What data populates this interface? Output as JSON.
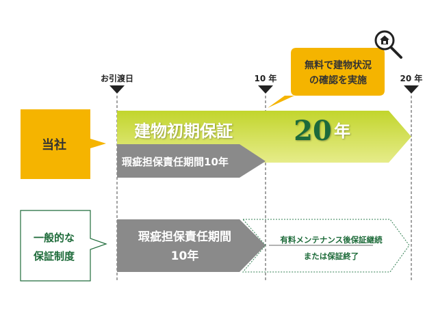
{
  "timeline": {
    "start_label": "お引渡日",
    "mid_label": "10 年",
    "end_label": "20 年"
  },
  "company": {
    "label": "当社",
    "main_bar_text": "建物初期保証",
    "main_bar_number": "20",
    "main_bar_unit": "年",
    "sub_bar_text": "瑕疵担保責任期間10年",
    "callout_line1": "無料で建物状況",
    "callout_line2": "の確認を実施"
  },
  "general": {
    "label_line1": "一般的な",
    "label_line2": "保証制度",
    "bar_line1": "瑕疵担保責任期間",
    "bar_line2": "10年",
    "after_line1": "有料メンテナンス後保証継続",
    "after_line2": "または保証終了"
  },
  "colors": {
    "orange": "#f5b400",
    "green_dark": "#1e6b3a",
    "lime": "#c5d836",
    "gray": "#8a8a8a"
  }
}
